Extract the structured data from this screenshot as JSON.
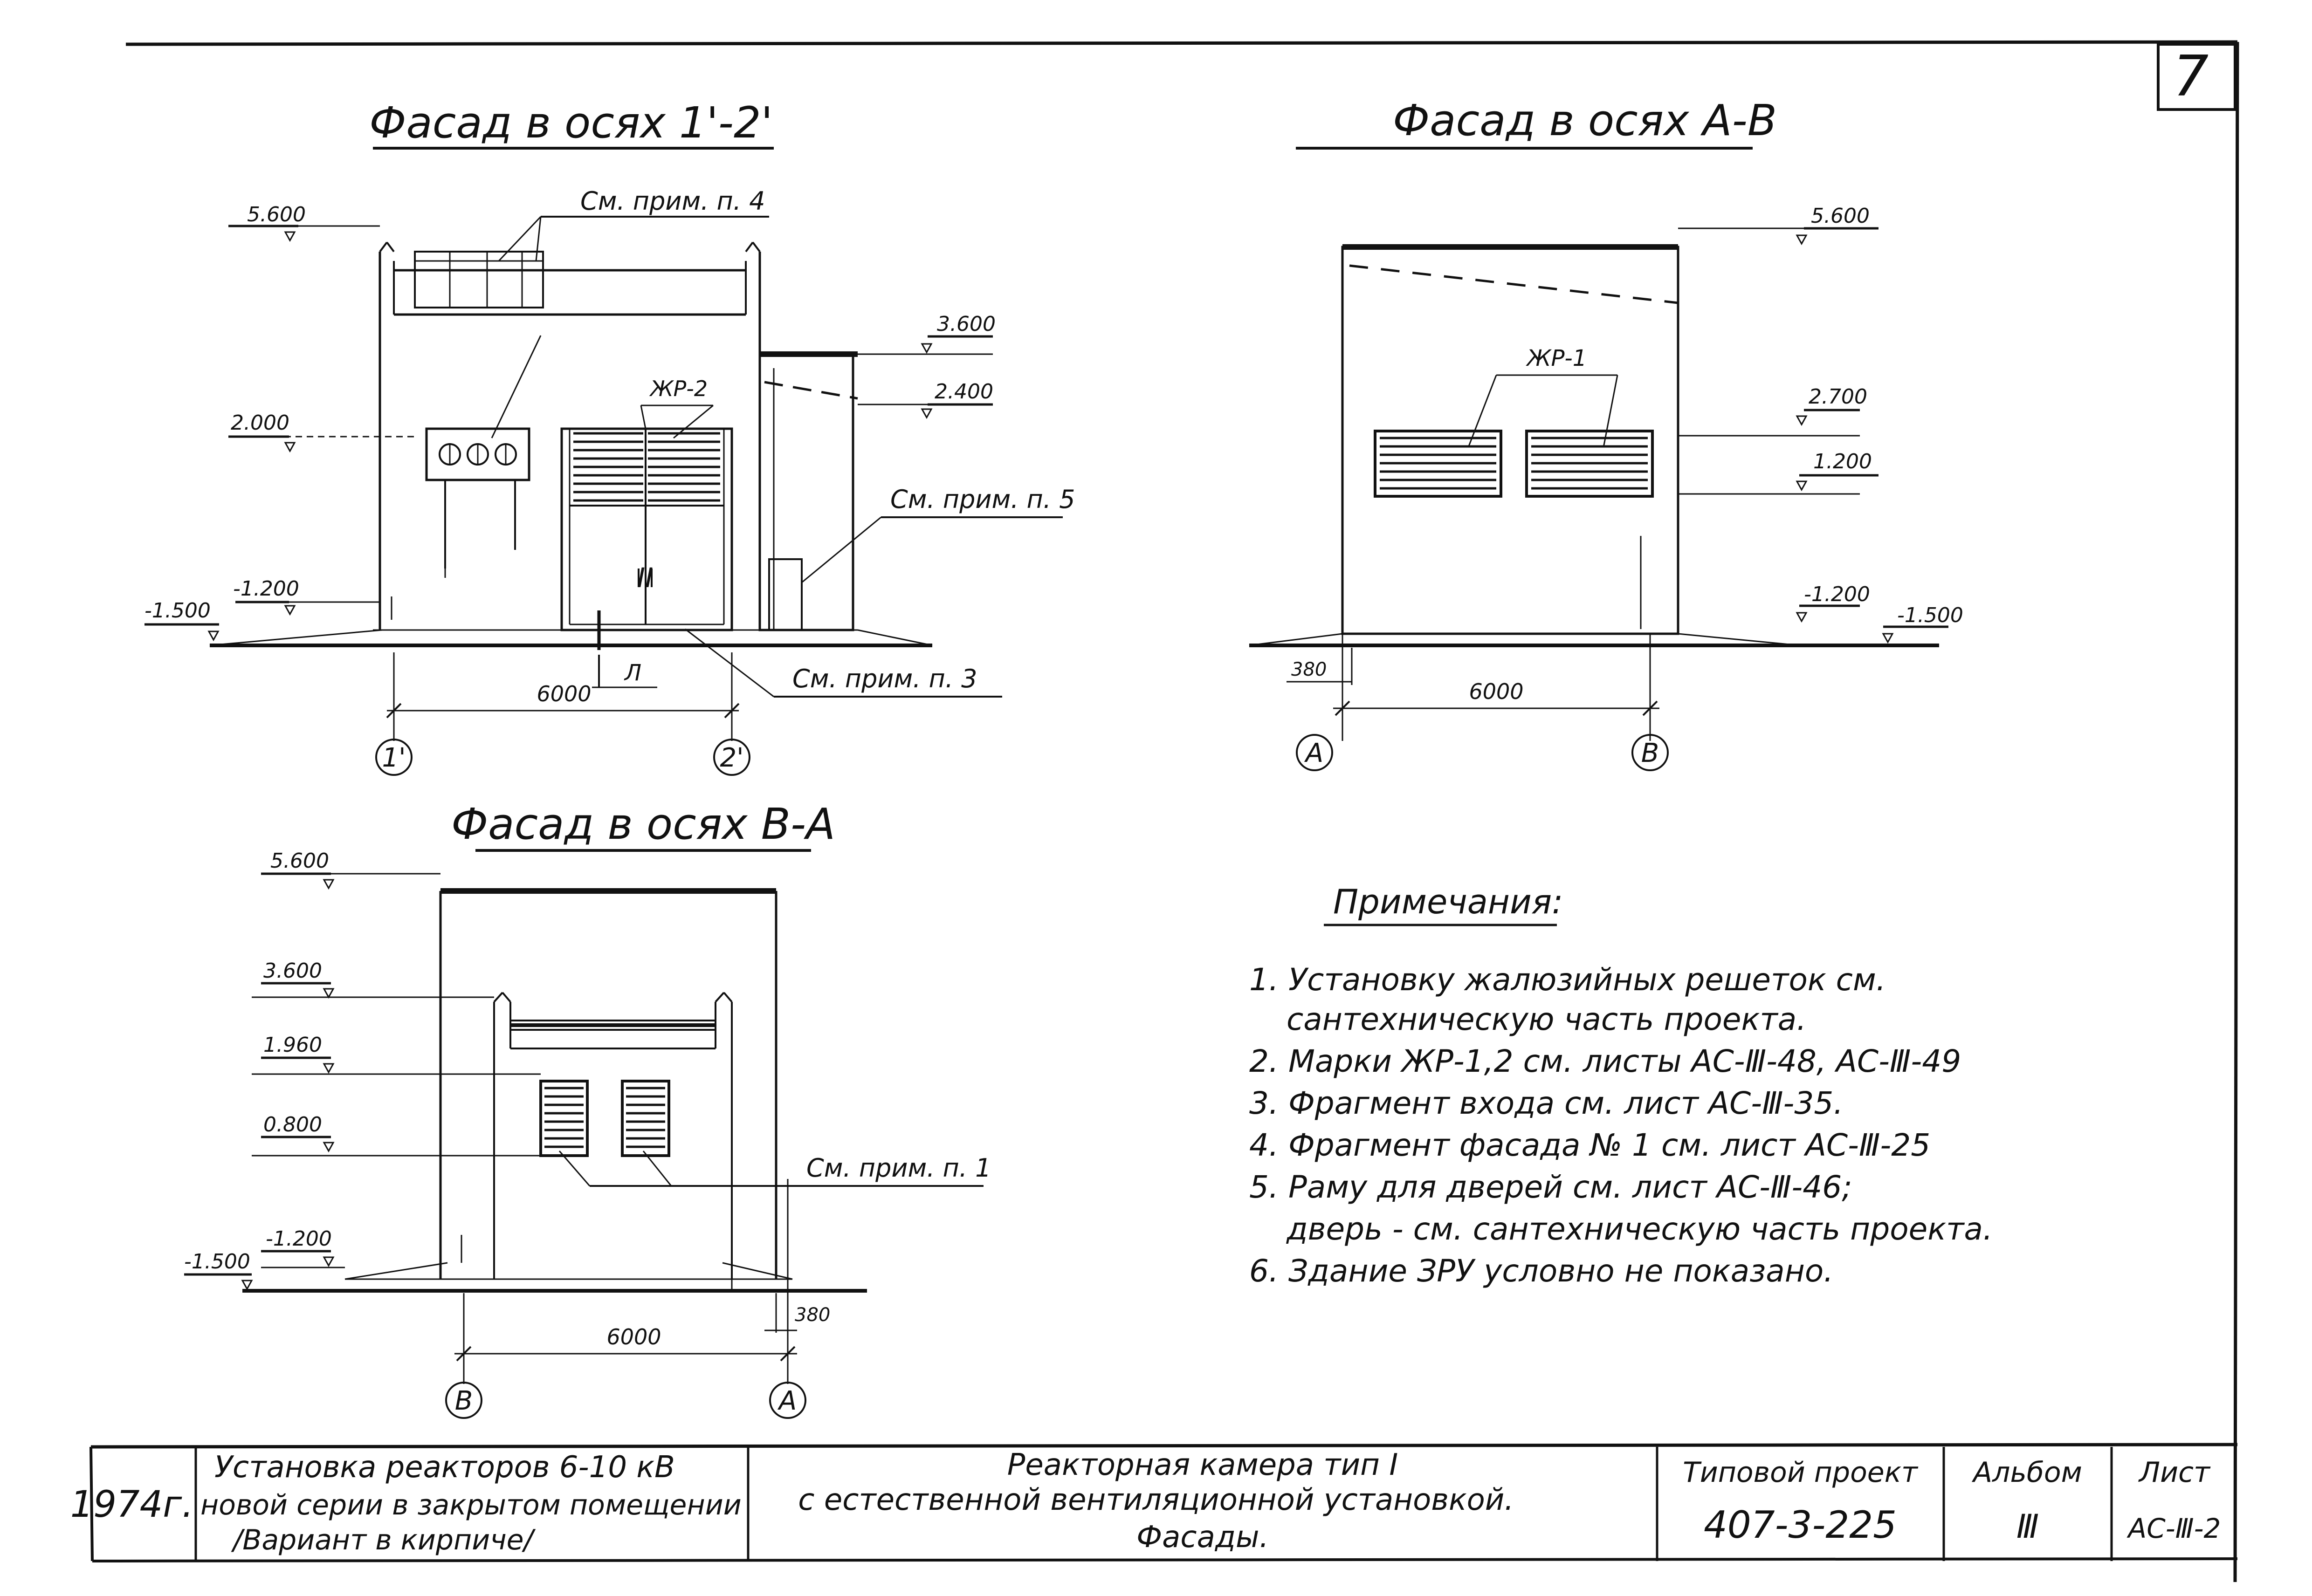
{
  "sheet_number": "7",
  "facade_1_2": {
    "title": "Фасад в осях 1'-2'",
    "callouts": {
      "note4": "См. прим. п. 4",
      "note5": "См. прим. п. 5",
      "note3": "См. прим. п. 3",
      "grille": "ЖР-2",
      "door_mark": "II",
      "section": "Л"
    },
    "levels": {
      "l1": "5.600",
      "l2": "3.600",
      "l3": "2.400",
      "l4": "2.000",
      "l5": "-1.200",
      "l6": "-1.500"
    },
    "dimension": "6000",
    "axis_left": "1'",
    "axis_right": "2'"
  },
  "facade_a_v": {
    "title": "Фасад в осях А-В",
    "grille": "ЖР-1",
    "levels": {
      "l1": "5.600",
      "l2": "2.700",
      "l3": "1.200",
      "l4": "-1.200",
      "l5": "-1.500"
    },
    "offset": "380",
    "dimension": "6000",
    "axis_left": "А",
    "axis_right": "В"
  },
  "facade_v_a": {
    "title": "Фасад в осях В-А",
    "callout": "См. прим. п. 1",
    "levels": {
      "l1": "5.600",
      "l2": "3.600",
      "l3": "1.960",
      "l4": "0.800",
      "l5": "-1.200",
      "l6": "-1.500"
    },
    "offset": "380",
    "dimension": "6000",
    "axis_left": "В",
    "axis_right": "А"
  },
  "notes": {
    "title": "Примечания:",
    "items": [
      "1. Установку жалюзийных решеток см.",
      "сантехническую часть проекта.",
      "2. Марки ЖР-1,2 см. листы АС-Ⅲ-48, АС-Ⅲ-49",
      "3. Фрагмент входа см. лист АС-Ⅲ-35.",
      "4. Фрагмент фасада № 1 см. лист АС-Ⅲ-25",
      "5. Раму для дверей см. лист АС-Ⅲ-46;",
      "дверь - см. сантехническую часть проекта.",
      "6. Здание ЗРУ условно не показано."
    ]
  },
  "title_block": {
    "year": "1974г.",
    "project_line1": "Установка реакторов 6-10 кВ",
    "project_line2": "новой серии в закрытом помещении",
    "project_line3": "/Вариант в кирпиче/",
    "drawing_line1": "Реакторная камера тип I",
    "drawing_line2": "с естественной вентиляционной установкой.",
    "drawing_line3": "Фасады.",
    "type_label": "Типовой проект",
    "type_value": "407-3-225",
    "album_label": "Альбом",
    "album_value": "Ⅲ",
    "sheet_label": "Лист",
    "sheet_value": "АС-Ⅲ-2"
  }
}
